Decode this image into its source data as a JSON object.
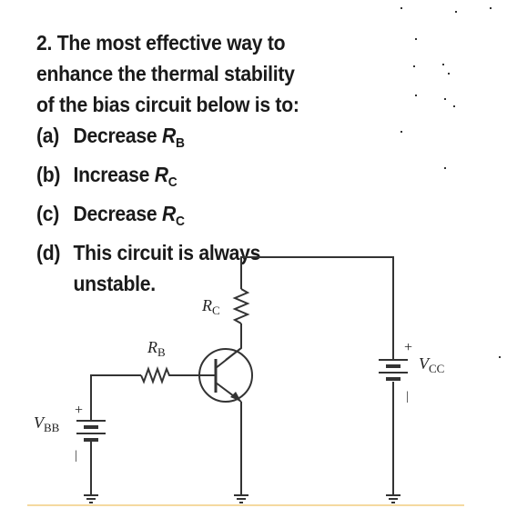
{
  "question": {
    "line1": "2. The most effective way to",
    "line2": "enhance the thermal stability",
    "line3": "of the bias circuit below is to:",
    "options": [
      {
        "label": "(a)",
        "text": "Decrease ",
        "var": "R",
        "sub": "B"
      },
      {
        "label": "(b)",
        "text": "Increase ",
        "var": "R",
        "sub": "C"
      },
      {
        "label": "(c)",
        "text": "Decrease ",
        "var": "R",
        "sub": "C"
      },
      {
        "label": "(d)",
        "text": "This circuit is always",
        "continuation": "unstable."
      }
    ]
  },
  "circuit": {
    "rc_label": "R",
    "rc_sub": "C",
    "rb_label": "R",
    "rb_sub": "B",
    "vcc_label": "V",
    "vcc_sub": "CC",
    "vbb_label": "V",
    "vbb_sub": "BB",
    "plus": "+",
    "minus": "|"
  },
  "colors": {
    "text": "#1a1a1a",
    "wire": "#333333",
    "bottom_rule": "#f5d9a0"
  }
}
